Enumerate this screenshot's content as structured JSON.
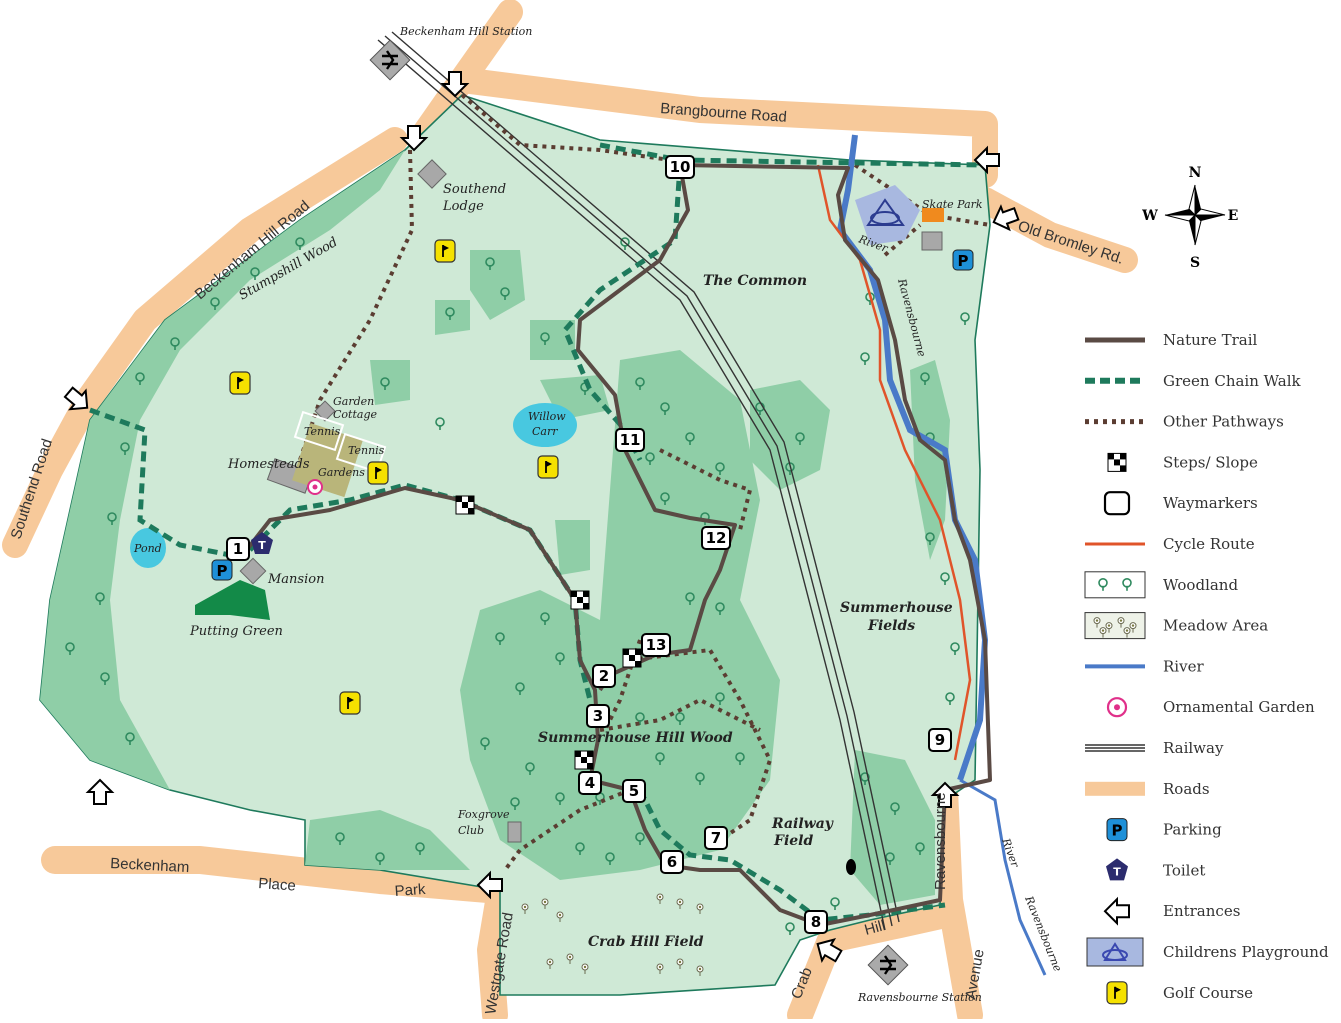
{
  "stations": {
    "north": "Beckenham Hill Station",
    "south": "Ravensbourne Station"
  },
  "roads": {
    "brangbourne": "Brangbourne Road",
    "beckenham_hill": "Beckenham Hill Road",
    "southend": "Southend Road",
    "old_bromley": "Old Bromley Rd.",
    "beckenham": "Beckenham",
    "place": "Place",
    "park": "Park",
    "westgate": "Westgate Road",
    "crab": "Crab",
    "hill": "Hill",
    "ravensbourne": "Ravensbourne",
    "avenue": "Avenue"
  },
  "places": {
    "southend_lodge": "Southend Lodge",
    "stumpshill_wood": "Stumpshill Wood",
    "the_common": "The Common",
    "skate_park": "Skate Park",
    "river_top": "River",
    "ravensbourne_river_top": "Ravensbourne",
    "garden_cottage": "Garden Cottage",
    "tennis_1": "Tennis",
    "tennis_2": "Tennis",
    "gardens": "Gardens",
    "homesteads": "Homesteads",
    "willow_carr": "Willow Carr",
    "pond": "Pond",
    "mansion": "Mansion",
    "putting_green": "Putting Green",
    "summerhouse_fields": "Summerhouse Fields",
    "summerhouse_hill_wood": "Summerhouse Hill Wood",
    "railway_field": "Railway Field",
    "foxgrove_club": "Foxgrove Club",
    "crab_hill_field": "Crab Hill Field",
    "river_bottom": "River",
    "ravensbourne_river_bottom": "Ravensbourne"
  },
  "waymarkers": [
    "1",
    "2",
    "3",
    "4",
    "5",
    "6",
    "7",
    "8",
    "9",
    "10",
    "11",
    "12",
    "13"
  ],
  "compass": {
    "n": "N",
    "s": "S",
    "e": "E",
    "w": "W"
  },
  "legend": [
    {
      "label": "Nature Trail",
      "icon": "nature-trail-line",
      "color": "#5a4a44"
    },
    {
      "label": "Green Chain Walk",
      "icon": "green-chain-dash",
      "color": "#1e7a5c"
    },
    {
      "label": "Other Pathways",
      "icon": "dotted-path",
      "color": "#5b3d32"
    },
    {
      "label": "Steps/ Slope",
      "icon": "steps-icon",
      "color": "#000000"
    },
    {
      "label": "Waymarkers",
      "icon": "waymarker-box",
      "color": "#000000"
    },
    {
      "label": "Cycle Route",
      "icon": "cycle-line",
      "color": "#e0542a"
    },
    {
      "label": "Woodland",
      "icon": "tree-icon",
      "color": "#3f9e74"
    },
    {
      "label": "Meadow Area",
      "icon": "meadow-icon",
      "color": "#8a8a60"
    },
    {
      "label": "River",
      "icon": "river-line",
      "color": "#4a7ac8"
    },
    {
      "label": "Ornamental Garden",
      "icon": "flower-icon",
      "color": "#e0308a"
    },
    {
      "label": "Railway",
      "icon": "railway-lines",
      "color": "#333333"
    },
    {
      "label": "Roads",
      "icon": "road-bar",
      "color": "#f7c99a"
    },
    {
      "label": "Parking",
      "icon": "parking-icon",
      "color": "#1e90d8"
    },
    {
      "label": "Toilet",
      "icon": "toilet-icon",
      "color": "#2c2c6e"
    },
    {
      "label": "Entrances",
      "icon": "entrance-arrow-icon",
      "color": "#000000"
    },
    {
      "label": "Childrens Playground",
      "icon": "playground-icon",
      "color": "#3a48b0"
    },
    {
      "label": "Golf Course",
      "icon": "golf-flag-icon",
      "color": "#f5e100"
    }
  ],
  "colors": {
    "park": "#cfe9d6",
    "woodland": "#8fcea7",
    "road": "#f7c99a",
    "trail": "#5a4a44",
    "green_chain": "#1e7a5c",
    "river": "#4a7ac8",
    "cycle": "#e0542a"
  }
}
